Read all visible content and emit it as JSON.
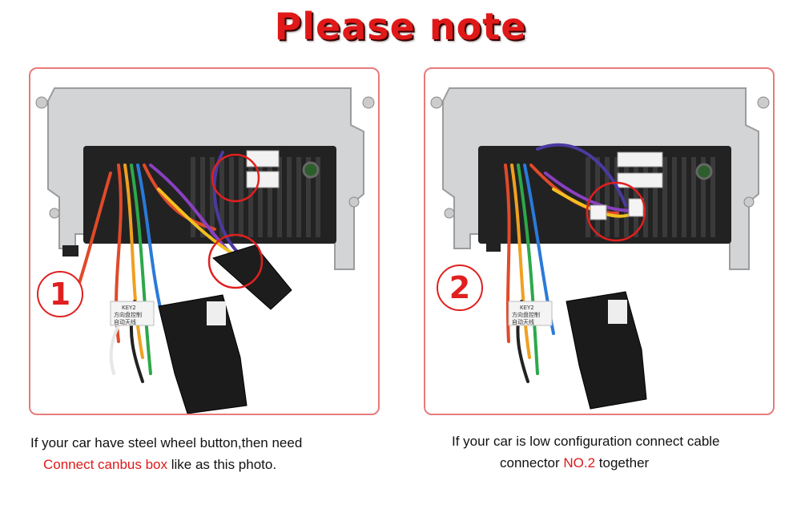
{
  "title": "Please note",
  "panels": [
    {
      "number": "1",
      "photo_labels": [
        "KEY2",
        "方向盘控制",
        "自动天线"
      ],
      "caption_line1": "If your car have steel wheel button,then need",
      "caption_highlight": "Connect canbus box",
      "caption_line2_rest": " like as this photo."
    },
    {
      "number": "2",
      "photo_labels": [
        "KEY2",
        "方向盘控制",
        "自动天线"
      ],
      "caption_line1": "If your car is low configuration connect cable",
      "caption_line2_pre": "connector ",
      "caption_highlight": "NO.2",
      "caption_line2_rest": " together"
    }
  ],
  "colors": {
    "accent": "#e01818",
    "panel_border": "#e87b7b"
  },
  "icons": [
    "highlight-circle-icon"
  ]
}
